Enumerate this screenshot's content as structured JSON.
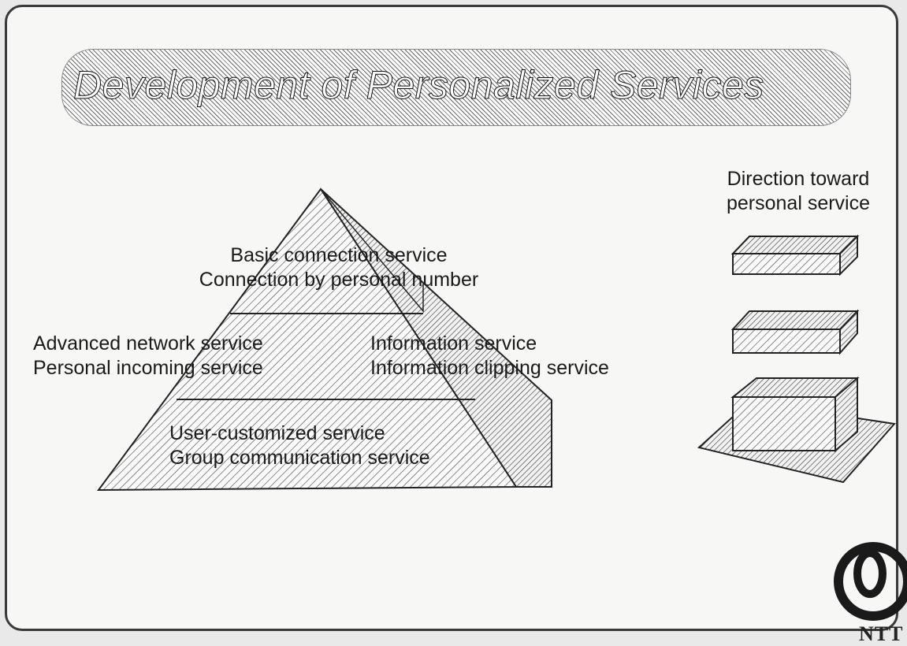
{
  "title": "Development of Personalized Services",
  "direction_label": {
    "line1": "Direction toward",
    "line2": "personal service"
  },
  "pyramid": {
    "top": {
      "line1": "Basic connection service",
      "line2": "Connection by personal number"
    },
    "middle": {
      "left_line1": "Advanced network service",
      "left_line2": "Personal incoming service",
      "right_line1": "Information service",
      "right_line2": "Information clipping service"
    },
    "bottom": {
      "line1": "User-customized service",
      "line2": "Group communication service"
    }
  },
  "logo": {
    "text": "NTT"
  },
  "colors": {
    "background": "#f7f7f5",
    "ink": "#1a1a1a",
    "hatch": "#555555"
  }
}
